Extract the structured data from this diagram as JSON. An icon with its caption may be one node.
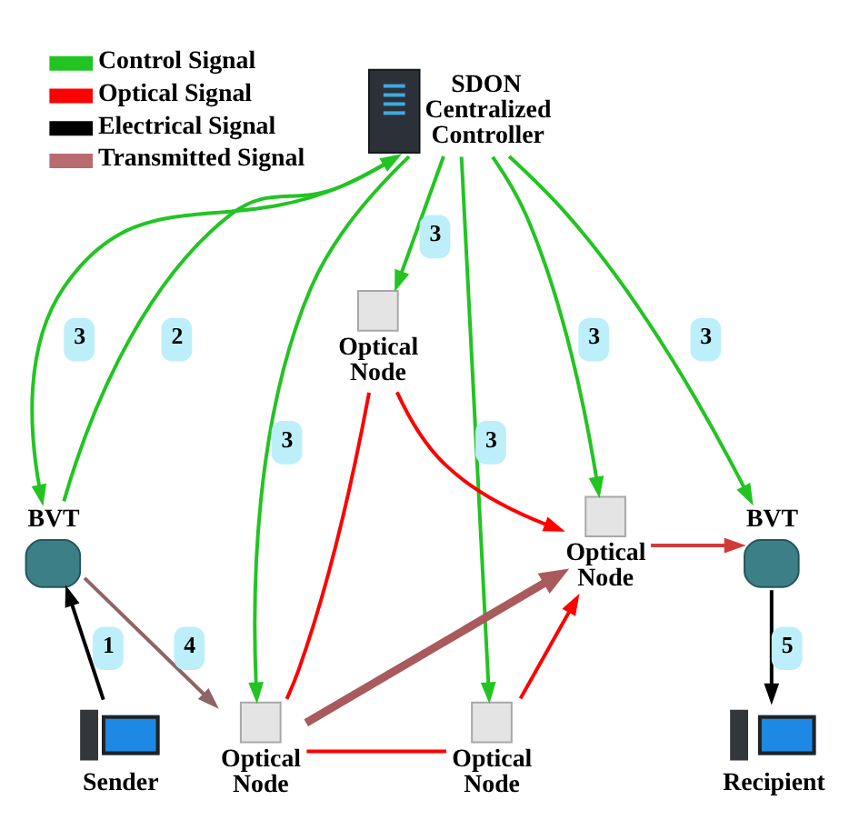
{
  "diagram": {
    "nodes": [
      {
        "text": [
          "SDON Centralized Controller"
        ]
      },
      {
        "text": [
          "BVT"
        ]
      },
      {
        "text": [
          "Optical Node"
        ]
      },
      {
        "text": [
          "Optical Node"
        ]
      },
      {
        "text": [
          "BVT"
        ]
      },
      {
        "text": [
          "Optical Node"
        ]
      },
      {
        "text": [
          "Optical Node"
        ]
      },
      {
        "text": [
          "Sender"
        ]
      },
      {
        "text": [
          "Recipient"
        ]
      }
    ],
    "edges": [
      {
        "from": 7,
        "to": 1,
        "arrow": "to",
        "label": "1",
        "color": "#000000"
      },
      {
        "from": 1,
        "to": 0,
        "arrow": "to",
        "label": "2"
      },
      {
        "from": 0,
        "to": 1,
        "arrow": "to",
        "label": "3"
      },
      {
        "from": 0,
        "to": 5,
        "arrow": "to",
        "label": "3"
      },
      {
        "from": 0,
        "to": 2,
        "arrow": "to",
        "label": "3"
      },
      {
        "from": 0,
        "to": 6,
        "arrow": "to",
        "label": "3"
      },
      {
        "from": 0,
        "to": 3,
        "arrow": "to",
        "label": "3"
      },
      {
        "from": 0,
        "to": 4,
        "arrow": "to",
        "label": "3"
      },
      {
        "from": 1,
        "to": 5,
        "arrow": "to",
        "label": "4",
        "color": "#8e6466"
      },
      {
        "from": 5,
        "to": 2,
        "arrow": "none",
        "color": "#ff0000"
      },
      {
        "from": 5,
        "to": 3,
        "arrow": "to",
        "style": "thick",
        "color": "#a85a5c"
      },
      {
        "from": 5,
        "to": 6,
        "arrow": "none",
        "color": "#ff0000"
      },
      {
        "from": 2,
        "to": 3,
        "arrow": "to",
        "color": "#ff0000"
      },
      {
        "from": 6,
        "to": 3,
        "arrow": "to",
        "color": "#ff0000"
      },
      {
        "from": 3,
        "to": 4,
        "arrow": "to",
        "color": "#d23a3a"
      },
      {
        "from": 4,
        "to": 8,
        "arrow": "to",
        "label": "5",
        "color": "#000000"
      }
    ],
    "legend": [
      {
        "text": "Control Signal",
        "color": "#22c422"
      },
      {
        "text": "Optical Signal",
        "color": "#ff0000"
      },
      {
        "text": "Electrical Signal",
        "color": "#000000"
      },
      {
        "text": "Transmitted Signal",
        "color": "#b86b70"
      }
    ]
  }
}
